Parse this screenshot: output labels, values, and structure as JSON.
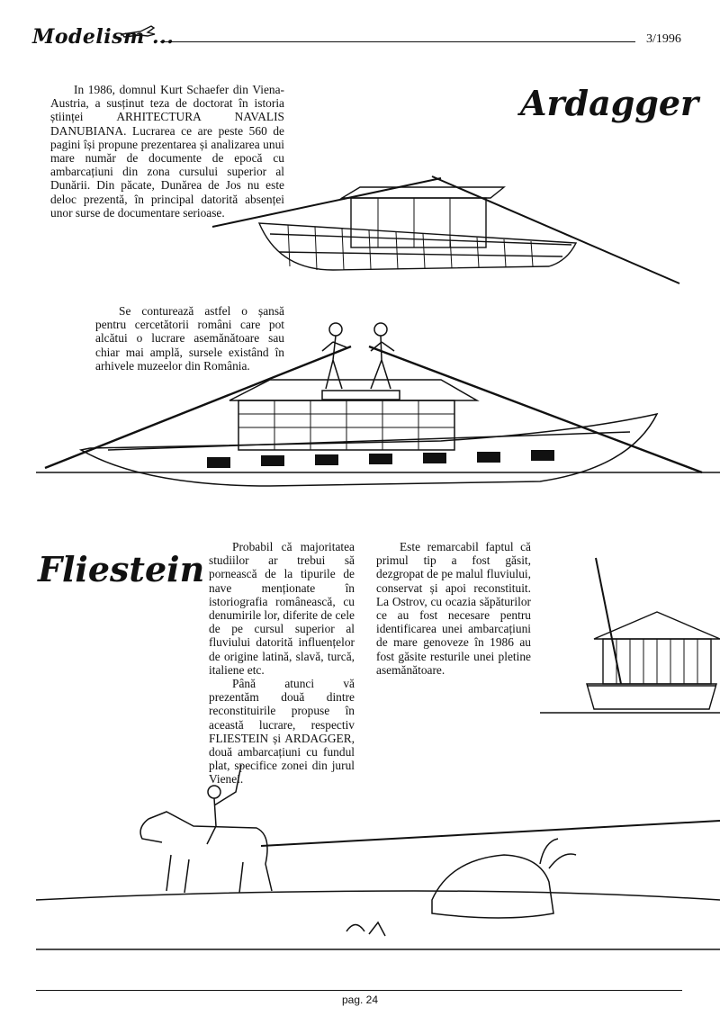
{
  "header": {
    "masthead": "Modelism ...",
    "issue": "3/1996"
  },
  "titles": {
    "ardagger": "Ardagger",
    "fliestein": "Fliestein"
  },
  "article": {
    "para1": "In 1986, domnul Kurt Schaefer din Viena-Austria, a susținut teza de doctorat în istoria științei ARHITECTURA NAVALIS DANUBIANA. Lucrarea ce are peste 560 de pagini își propune prezentarea și analizarea unui mare număr de documente de epocă cu ambarcațiuni din zona cursului superior al Dunării. Din păcate, Dunărea de Jos nu este deloc prezentă, în principal datorită absenței unor surse de documentare serioase.",
    "para2": "Se conturează astfel o șansă pentru cercetătorii români care pot alcătui o lucrare asemănătoare sau chiar mai amplă, sursele existând în arhivele muzeelor din România.",
    "para3": "Probabil că majoritatea studiilor ar trebui să pornească de la tipurile de nave menționate în istoriografia românească, cu denumirile lor, diferite de cele de pe cursul superior al fluviului datorită influențelor de origine latină, slavă, turcă, italiene etc.",
    "para4": "Până atunci vă prezentăm două dintre reconstituirile propuse în această lucrare, respectiv FLIESTEIN și ARDAGGER, două ambarcațiuni cu fundul plat, specifice zonei din jurul Vienei.",
    "para5": "Este remarcabil faptul că primul tip a fost găsit, dezgropat de pe malul fluviului, conservat și apoi reconstituit. La Ostrov, cu ocazia săpăturilor ce au fost necesare pentru identificarea unei ambarcațiuni de mare genoveze în 1986 au fost găsite resturile unei pletine asemănătoare."
  },
  "footer": {
    "page": "pag. 24"
  }
}
